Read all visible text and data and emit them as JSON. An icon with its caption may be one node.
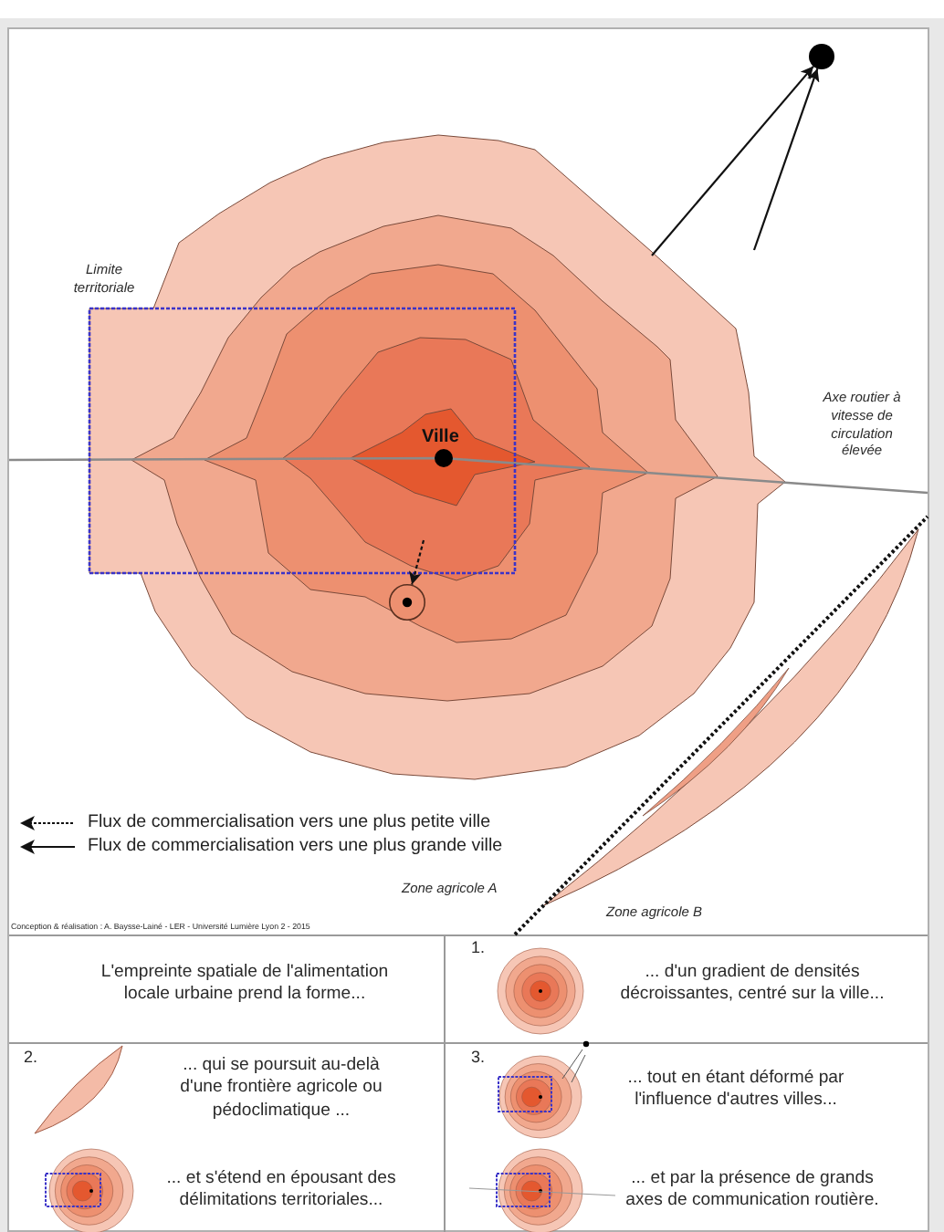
{
  "diagram": {
    "nodes": [
      {
        "text": [],
        "shape": "circle"
      },
      {
        "text": [],
        "shape": "circle"
      }
    ],
    "edges": [
      {
        "from": null,
        "to": 0,
        "arrow": "to"
      },
      {
        "from": null,
        "to": 0,
        "arrow": "to"
      },
      {
        "from": null,
        "to": 1,
        "arrow": "to",
        "style": "dashed"
      }
    ],
    "labels": [
      "Limite territoriale",
      "Ville",
      "Axe routier à vitesse de circulation élevée",
      "Zone agricole A",
      "Zone agricole B",
      "Conception & réalisation : A. Baysse-Lainé - LER - Université Lumière Lyon 2 - 2015",
      "L'empreinte spatiale de l'alimentation locale urbaine prend la forme...",
      "1.",
      "... d'un gradient de densités décroissantes, centré sur la ville...",
      "2.",
      "... qui se poursuit au-delà d'une frontière agricole ou pédoclimatique ...",
      "3.",
      "... tout en étant déformé par l'influence d'autres villes...",
      "... et s'étend en épousant des délimitations territoriales...",
      "... et par la présence de grands axes de communication routière."
    ],
    "legend": [
      {
        "text": "Flux de commercialisation vers une plus petite ville"
      },
      {
        "text": "Flux de commercialisation vers une plus grande ville"
      }
    ]
  }
}
